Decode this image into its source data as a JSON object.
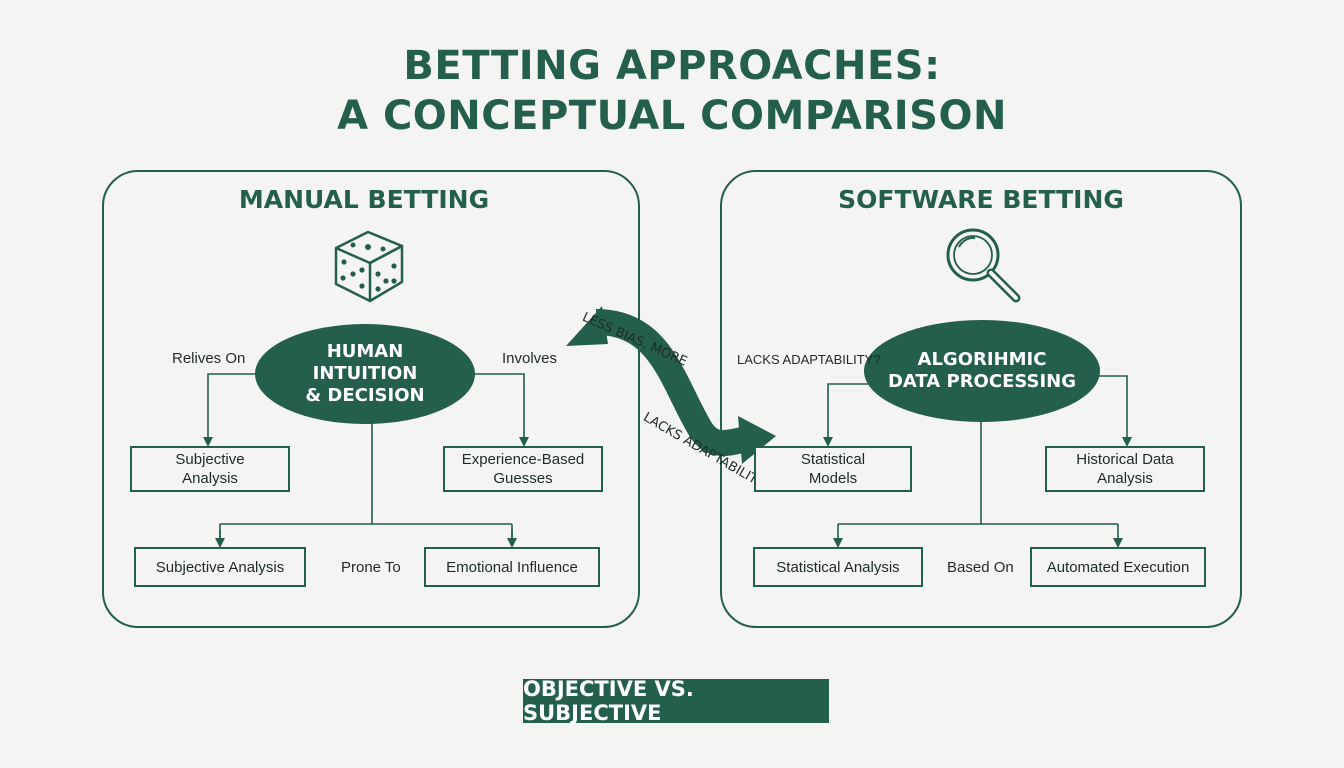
{
  "title": {
    "line1": "BETTING APPROACHES:",
    "line2": "A CONCEPTUAL COMPARISON"
  },
  "manual": {
    "heading": "MANUAL BETTING",
    "icon": "dice-icon",
    "core": [
      "HUMAN",
      "INTUITION",
      "& DECISION"
    ],
    "label_left": "Relives On",
    "label_right": "Involves",
    "label_bottom": "Prone To",
    "box_top_left": [
      "Subjective",
      "Analysis"
    ],
    "box_top_right": [
      "Experience-Based",
      "Guesses"
    ],
    "box_bottom_left": "Subjective Analysis",
    "box_bottom_right": "Emotional Influence"
  },
  "software": {
    "heading": "SOFTWARE BETTING",
    "icon": "magnifier-icon",
    "core": [
      "ALGORIHMIC",
      "DATA PROCESSING"
    ],
    "label_left": "LACKS ADAPTABILITY?",
    "label_bottom": "Based On",
    "box_top_left": [
      "Statistical",
      "Models"
    ],
    "box_top_right": [
      "Historical Data",
      "Analysis"
    ],
    "box_bottom_left": "Statistical Analysis",
    "box_bottom_right": "Automated Execution"
  },
  "connector": {
    "upper_text": "LESS BIAS, MORE",
    "lower_text": "LACKS ADAPTABILITY?"
  },
  "footer_badge": "OBJECTIVE VS. SUBJECTIVE",
  "colors": {
    "primary": "#245e4d",
    "background": "#f4f5f2"
  }
}
